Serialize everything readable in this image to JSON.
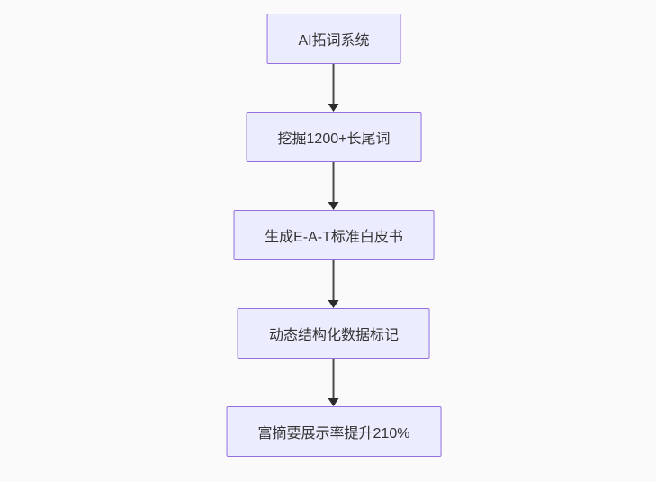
{
  "diagram": {
    "type": "flowchart",
    "direction": "top-down",
    "background_color": "#fafafa",
    "node_fill_color": "#ececff",
    "node_border_color": "#9370db",
    "node_text_color": "#333333",
    "arrow_color": "#333333",
    "nodes": [
      {
        "id": "A",
        "label": "AI拓词系统"
      },
      {
        "id": "B",
        "label": "挖掘1200+长尾词"
      },
      {
        "id": "C",
        "label": "生成E-A-T标准白皮书"
      },
      {
        "id": "D",
        "label": "动态结构化数据标记"
      },
      {
        "id": "E",
        "label": "富摘要展示率提升210%"
      }
    ],
    "edges": [
      {
        "from": "A",
        "to": "B"
      },
      {
        "from": "B",
        "to": "C"
      },
      {
        "from": "C",
        "to": "D"
      },
      {
        "from": "D",
        "to": "E"
      }
    ]
  }
}
